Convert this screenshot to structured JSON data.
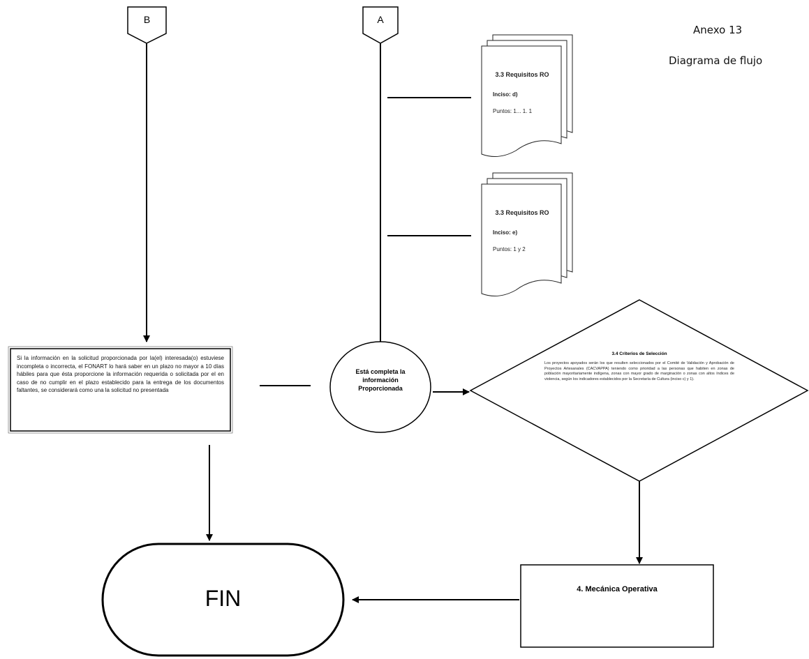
{
  "header": {
    "anexo": "Anexo 13",
    "subtitle": "Diagrama de flujo"
  },
  "connectors": {
    "b": "B",
    "a": "A"
  },
  "documents": [
    {
      "title": "3.3 Requisitos RO",
      "inciso": "Inciso: d)",
      "puntos": "Puntos: 1... 1. 1"
    },
    {
      "title": "3.3 Requisitos RO",
      "inciso": "Inciso: e)",
      "puntos": "Puntos: 1 y 2"
    }
  ],
  "process_box_text": "Si la información en la solicitud proporcionada por la(el) interesada(o) estuviese incompleta o incorrecta, el FONART lo hará saber en un plazo no mayor a 10 días hábiles para que ésta proporcione la información requerida o solicitada por el en caso de no cumplir en el plazo establecido para la entrega de los documentos faltantes, se considerará como una la solicitud no presentada",
  "decision_circle": "Está completa la información Proporcionada",
  "criteria": {
    "title": "3.4 Criterios de Selección",
    "body": "Los proyectos apoyados serán los que resulten seleccionados por el Comité de Validación y Aprobación de Proyectos Artesanales (CACVAPPA) teniendo como prioridad a las personas que habiten en zonas de población mayoritariamente indígena, zonas con mayor grado de marginación o zonas con altos índices de violencia, según los indicadores establecidos por la Secretaría de Cultura (inciso c) y 1)."
  },
  "mecanica": "4. Mecánica Operativa",
  "fin": "FIN"
}
